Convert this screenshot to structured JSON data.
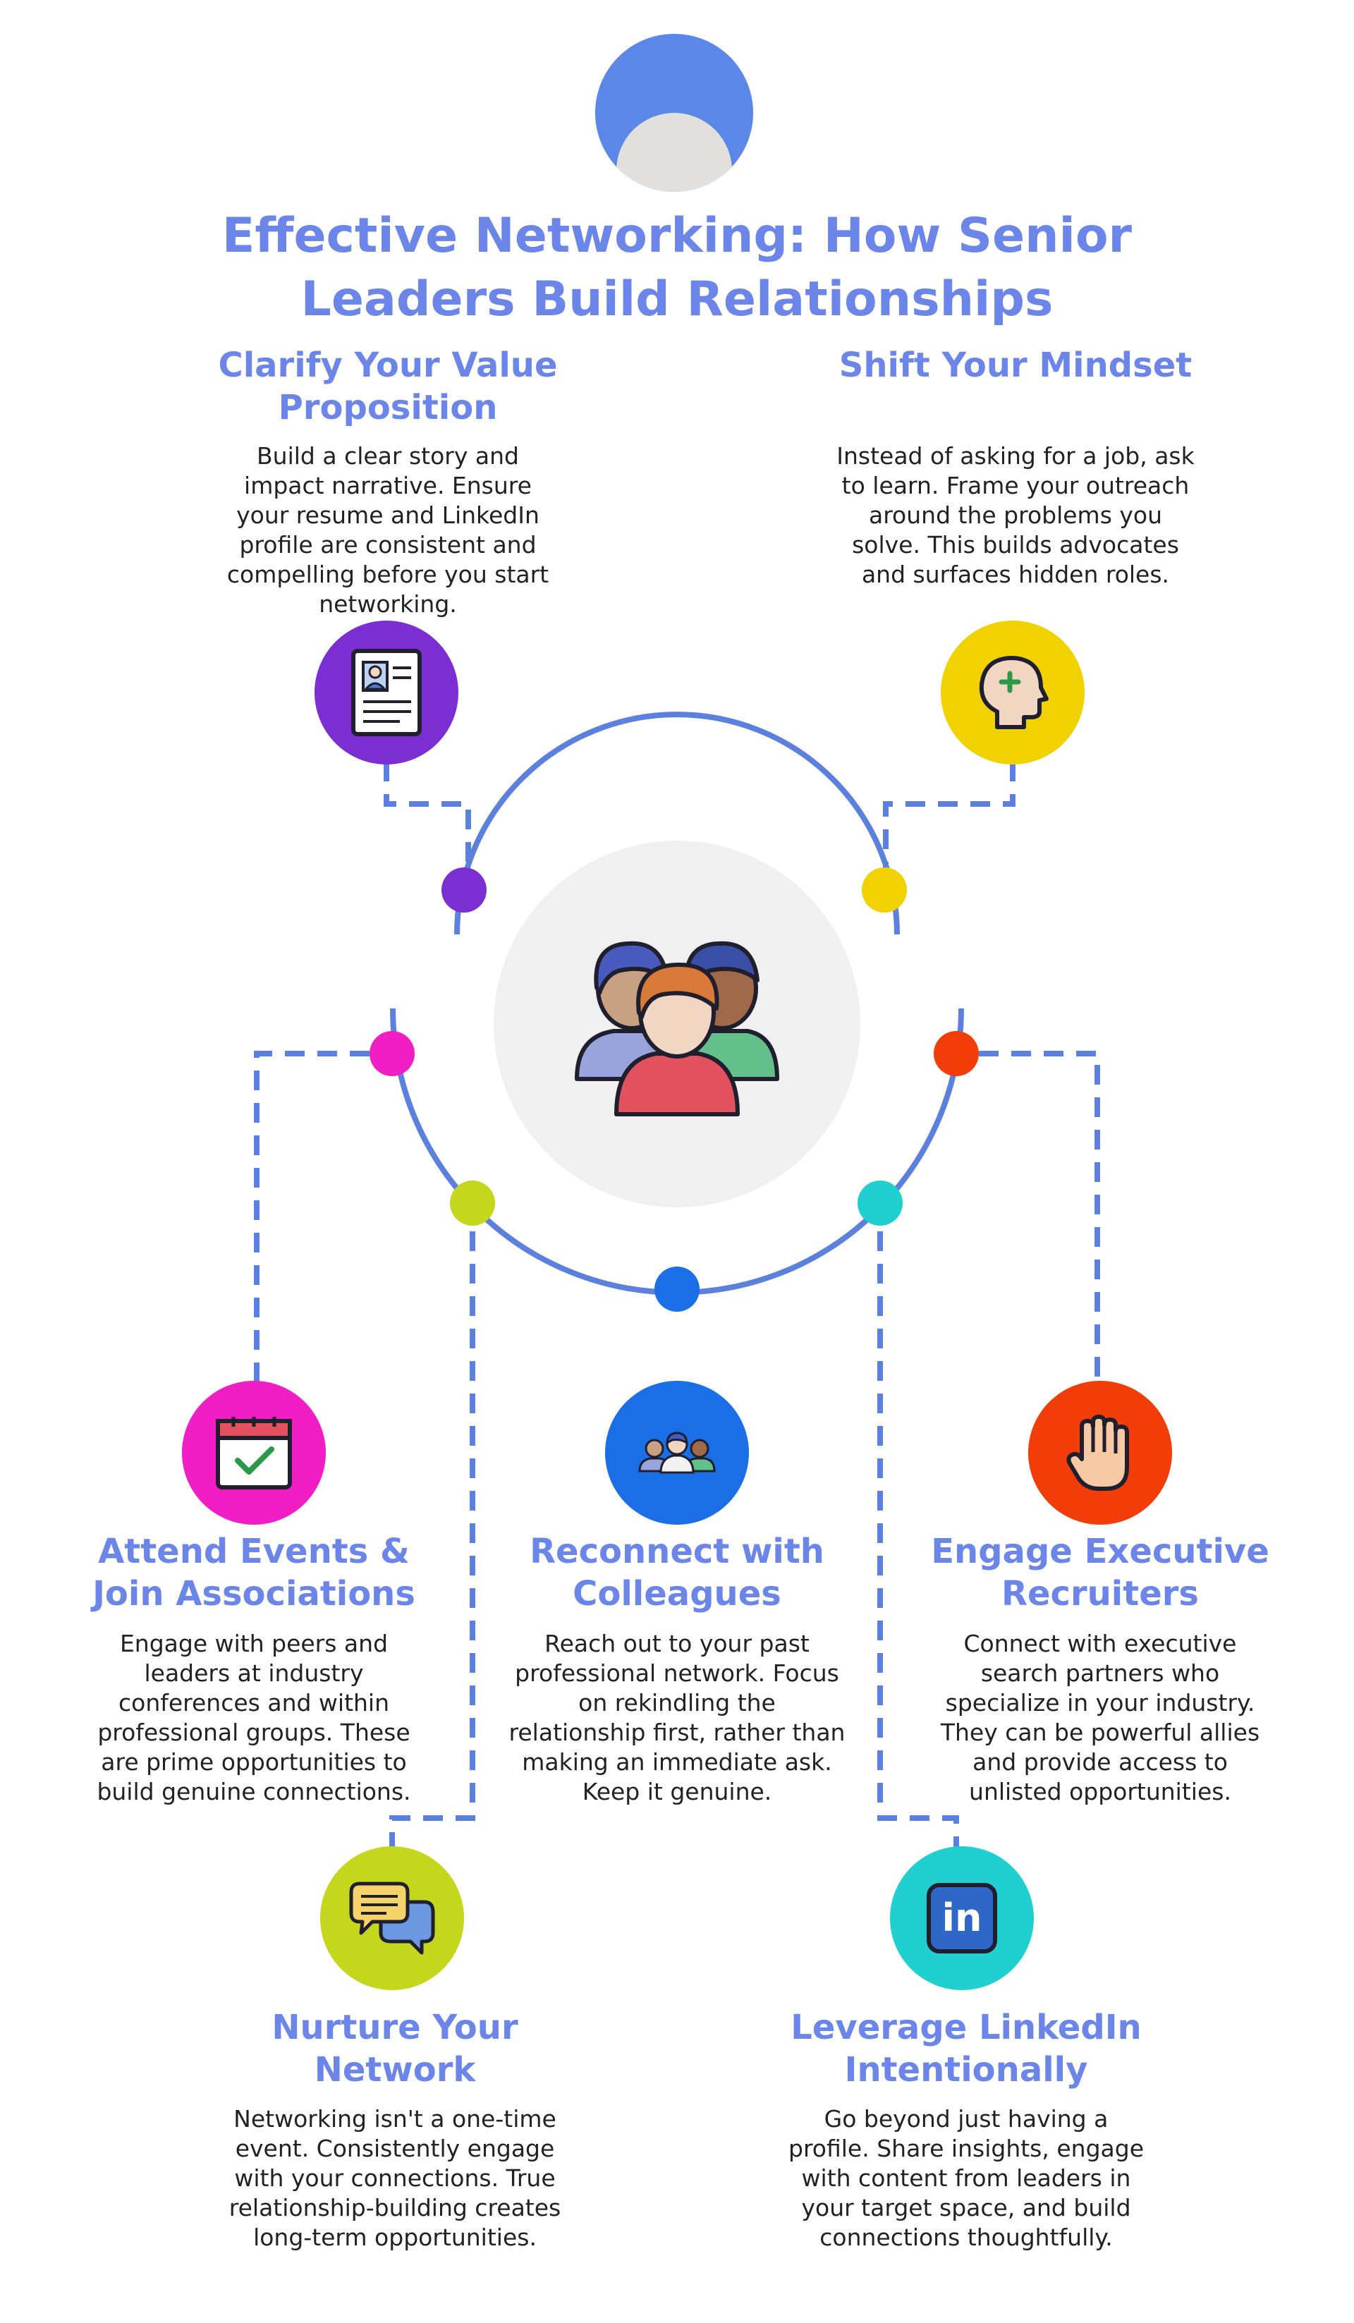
{
  "title": "Effective Networking: How Senior Leaders Build Relationships",
  "colors": {
    "accent": "#6b85e8",
    "line": "#5b80dd",
    "avatar_ring": "#5b87e8",
    "avatar_face": "#e2e0dc",
    "hub_bg": "#f0f0f0",
    "text": "#222222"
  },
  "steps": [
    {
      "id": "clarify",
      "heading": "Clarify Your Value Proposition",
      "body": "Build a clear story and impact narrative. Ensure your resume and LinkedIn profile are consistent and compelling before you start networking.",
      "icon": "resume-icon",
      "color": "#7b2fd2"
    },
    {
      "id": "mindset",
      "heading": "Shift Your Mindset",
      "body": "Instead of asking for a job, ask to learn. Frame your outreach around the problems you solve. This builds advocates and surfaces hidden roles.",
      "icon": "head-plus-icon",
      "color": "#f2d100"
    },
    {
      "id": "events",
      "heading": "Attend Events & Join Associations",
      "body": "Engage with peers and leaders at industry conferences and within professional groups. These are prime opportunities to build genuine connections.",
      "icon": "calendar-check-icon",
      "color": "#f01ec4"
    },
    {
      "id": "reconnect",
      "heading": "Reconnect with Colleagues",
      "body": "Reach out to your past professional network. Focus on rekindling the relationship first, rather than making an immediate ask. Keep it genuine.",
      "icon": "team-icon",
      "color": "#1a6fe6"
    },
    {
      "id": "recruiters",
      "heading": "Engage Executive Recruiters",
      "body": "Connect with executive search partners who specialize in your industry. They can be powerful allies and provide access to unlisted opportunities.",
      "icon": "hand-icon",
      "color": "#f23d08"
    },
    {
      "id": "nurture",
      "heading": "Nurture Your Network",
      "body": "Networking isn't a one-time event. Consistently engage with your connections. True relationship-building creates long-term opportunities.",
      "icon": "chat-bubbles-icon",
      "color": "#c5d71c"
    },
    {
      "id": "linkedin",
      "heading": "Leverage LinkedIn Intentionally",
      "body": "Go beyond just having a profile. Share insights, engage with content from leaders in your target space, and build connections thoughtfully.",
      "icon": "linkedin-icon",
      "color": "#20d0d0",
      "icon_text": "in"
    }
  ],
  "hub": {
    "icon": "group-people-icon"
  }
}
